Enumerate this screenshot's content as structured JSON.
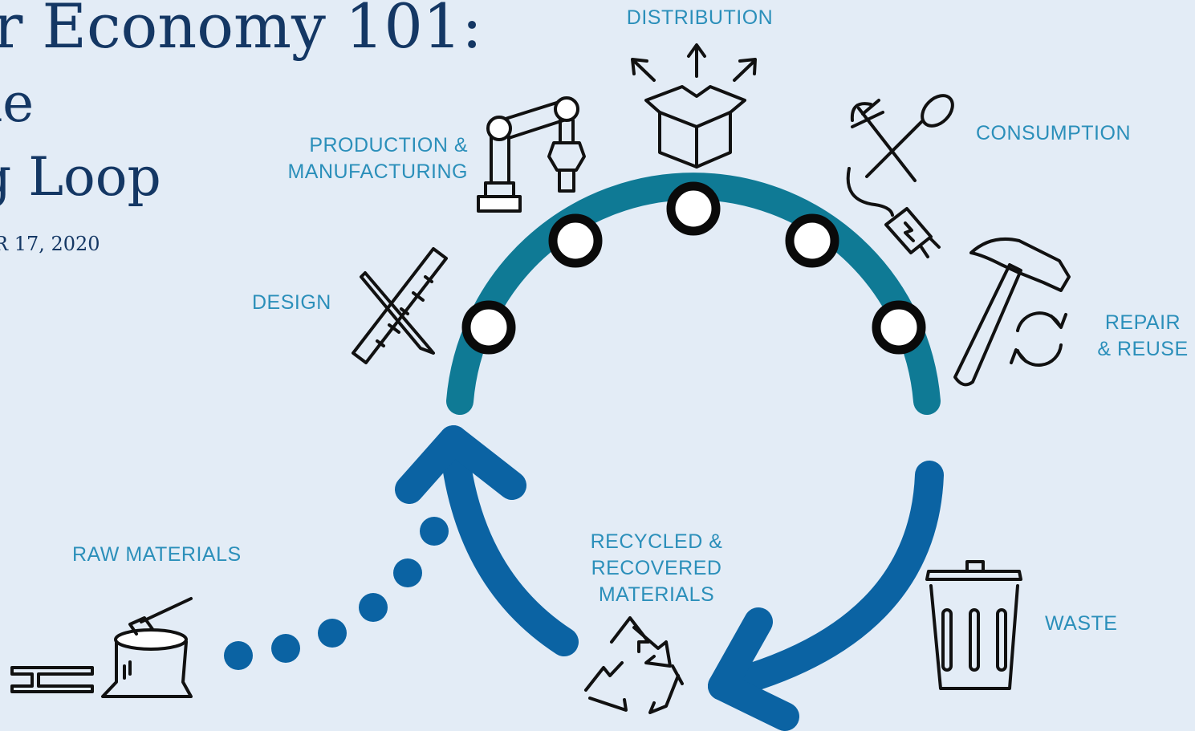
{
  "header": {
    "title_line_1": "r Economy 101:",
    "title_line_2": "ie",
    "title_line_3": "g Loop",
    "date": "R 17, 2020"
  },
  "stages": {
    "distribution": "DISTRIBUTION",
    "production": "PRODUCTION &\nMANUFACTURING",
    "consumption": "CONSUMPTION",
    "design": "DESIGN",
    "repair": "REPAIR\n& REUSE",
    "raw_materials": "RAW MATERIALS",
    "recycled": "RECYCLED &\nRECOVERED\nMATERIALS",
    "waste": "WASTE"
  },
  "colors": {
    "background": "#e3ecf6",
    "title": "#143764",
    "label": "#2b8fba",
    "arc": "#0f7a95",
    "arrow": "#0b63a3"
  },
  "icons": {
    "distribution": "box-with-arrows-icon",
    "production": "robot-arm-icon",
    "consumption": "fork-spoon-icon",
    "energy": "plug-icon",
    "design": "ruler-pencil-icon",
    "repair": "hammer-icon",
    "reuse": "cycle-arrows-icon",
    "raw_materials": "tree-stump-axe-icon",
    "steel": "i-beam-icon",
    "recycled": "recycle-icon",
    "waste": "trash-can-icon"
  }
}
